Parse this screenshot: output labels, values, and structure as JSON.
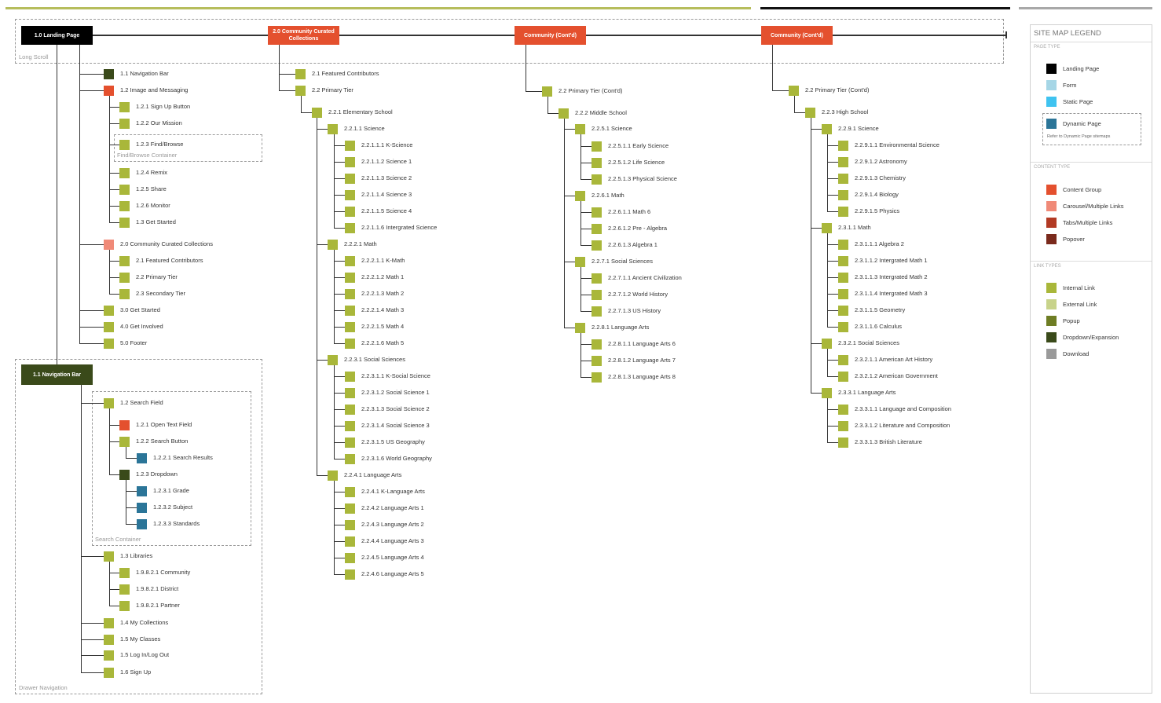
{
  "colors": {
    "internal_link": "#a9b73a",
    "external_link": "#c8d38a",
    "popup": "#6e7d24",
    "dropdown": "#3a4a1a",
    "download": "#9a9a9a",
    "content_group": "#e4502e",
    "carousel": "#f08a78",
    "tabs": "#b23a24",
    "popover": "#7a2a1c",
    "landing": "#000000",
    "form": "#a6d6e6",
    "static": "#3fc3f0",
    "dynamic": "#2b7598"
  },
  "headers": [
    {
      "label": "1.0 Landing Page",
      "color": "#000000"
    },
    {
      "label": "2.0 Community Curated Collections",
      "color": "#e4502e"
    },
    {
      "label": "Community (Cont'd)",
      "color": "#e4502e"
    },
    {
      "label": "Community (Cont'd)",
      "color": "#e4502e"
    }
  ],
  "nav_header": {
    "label": "1.1 Navigation Bar",
    "color": "#3a4a1a"
  },
  "containers": {
    "long_scroll": "Long Scroll",
    "find_browse": "Find/Browse Container",
    "search": "Search Container",
    "drawer": "Drawer Navigation"
  },
  "col1": [
    {
      "label": "1.1 Navigation Bar",
      "color": "#3a4a1a",
      "level": 1
    },
    {
      "label": "1.2 Image and Messaging",
      "color": "#e4502e",
      "level": 1
    },
    {
      "label": "1.2.1 Sign Up Button",
      "color": "#a9b73a",
      "level": 2
    },
    {
      "label": "1.2.2 Our Mission",
      "color": "#a9b73a",
      "level": 2
    },
    {
      "label": "1.2.3 Find/Browse",
      "color": "#a9b73a",
      "level": 2
    },
    {
      "label": "1.2.4 Remix",
      "color": "#a9b73a",
      "level": 2
    },
    {
      "label": "1.2.5 Share",
      "color": "#a9b73a",
      "level": 2
    },
    {
      "label": "1.2.6 Monitor",
      "color": "#a9b73a",
      "level": 2
    },
    {
      "label": "1.3 Get Started",
      "color": "#a9b73a",
      "level": 2
    },
    {
      "label": "2.0 Community Curated Collections",
      "color": "#f08a78",
      "level": 1
    },
    {
      "label": "2.1 Featured Contributors",
      "color": "#a9b73a",
      "level": 2
    },
    {
      "label": "2.2 Primary Tier",
      "color": "#a9b73a",
      "level": 2
    },
    {
      "label": "2.3 Secondary Tier",
      "color": "#a9b73a",
      "level": 2
    },
    {
      "label": "3.0 Get Started",
      "color": "#a9b73a",
      "level": 1
    },
    {
      "label": "4.0 Get Involved",
      "color": "#a9b73a",
      "level": 1
    },
    {
      "label": "5.0 Footer",
      "color": "#a9b73a",
      "level": 1
    }
  ],
  "nav": [
    {
      "label": "1.2 Search Field",
      "color": "#a9b73a",
      "level": 1
    },
    {
      "label": "1.2.1 Open Text Field",
      "color": "#e4502e",
      "level": 2
    },
    {
      "label": "1.2.2 Search Button",
      "color": "#a9b73a",
      "level": 2
    },
    {
      "label": "1.2.2.1 Search Results",
      "color": "#2b7598",
      "level": 3
    },
    {
      "label": "1.2.3 Dropdown",
      "color": "#3a4a1a",
      "level": 2
    },
    {
      "label": "1.2.3.1 Grade",
      "color": "#2b7598",
      "level": 3
    },
    {
      "label": "1.2.3.2 Subject",
      "color": "#2b7598",
      "level": 3
    },
    {
      "label": "1.2.3.3 Standards",
      "color": "#2b7598",
      "level": 3
    },
    {
      "label": "1.3 Libraries",
      "color": "#a9b73a",
      "level": 1
    },
    {
      "label": "1.9.8.2.1 Community",
      "color": "#a9b73a",
      "level": 2
    },
    {
      "label": "1.9.8.2.1 District",
      "color": "#a9b73a",
      "level": 2
    },
    {
      "label": "1.9.8.2.1 Partner",
      "color": "#a9b73a",
      "level": 2
    },
    {
      "label": "1.4 My Collections",
      "color": "#a9b73a",
      "level": 1
    },
    {
      "label": "1.5 My Classes",
      "color": "#a9b73a",
      "level": 1
    },
    {
      "label": "1.5 Log In/Log Out",
      "color": "#a9b73a",
      "level": 1
    },
    {
      "label": "1.6 Sign Up",
      "color": "#a9b73a",
      "level": 1
    }
  ],
  "col2": [
    {
      "label": "2.1 Featured Contributors",
      "level": 1
    },
    {
      "label": "2.2 Primary Tier",
      "level": 1
    },
    {
      "label": "2.2.1 Elementary School",
      "level": 2
    },
    {
      "label": "2.2.1.1 Science",
      "level": 3
    },
    {
      "label": "2.2.1.1.1 K-Science",
      "level": 4
    },
    {
      "label": "2.2.1.1.2 Science 1",
      "level": 4
    },
    {
      "label": "2.2.1.1.3 Science 2",
      "level": 4
    },
    {
      "label": "2.2.1.1.4 Science 3",
      "level": 4
    },
    {
      "label": "2.2.1.1.5 Science 4",
      "level": 4
    },
    {
      "label": "2.2.1.1.6 Intergrated Science",
      "level": 4
    },
    {
      "label": "2.2.2.1 Math",
      "level": 3
    },
    {
      "label": "2.2.2.1.1 K-Math",
      "level": 4
    },
    {
      "label": "2.2.2.1.2 Math 1",
      "level": 4
    },
    {
      "label": "2.2.2.1.3 Math 2",
      "level": 4
    },
    {
      "label": "2.2.2.1.4 Math 3",
      "level": 4
    },
    {
      "label": "2.2.2.1.5 Math 4",
      "level": 4
    },
    {
      "label": "2.2.2.1.6 Math 5",
      "level": 4
    },
    {
      "label": "2.2.3.1 Social Sciences",
      "level": 3
    },
    {
      "label": "2.2.3.1.1 K-Social Science",
      "level": 4
    },
    {
      "label": "2.2.3.1.2 Social Science 1",
      "level": 4
    },
    {
      "label": "2.2.3.1.3 Social Science 2",
      "level": 4
    },
    {
      "label": "2.2.3.1.4 Social Science 3",
      "level": 4
    },
    {
      "label": "2.2.3.1.5 US Geography",
      "level": 4
    },
    {
      "label": "2.2.3.1.6 World Geography",
      "level": 4
    },
    {
      "label": "2.2.4.1 Language Arts",
      "level": 3
    },
    {
      "label": "2.2.4.1 K-Language Arts",
      "level": 4
    },
    {
      "label": "2.2.4.2 Language Arts 1",
      "level": 4
    },
    {
      "label": "2.2.4.3 Language Arts 2",
      "level": 4
    },
    {
      "label": "2.2.4.4 Language Arts 3",
      "level": 4
    },
    {
      "label": "2.2.4.5 Language Arts 4",
      "level": 4
    },
    {
      "label": "2.2.4.6 Language Arts 5",
      "level": 4
    }
  ],
  "col3": [
    {
      "label": "2.2 Primary Tier (Cont'd)",
      "level": 1
    },
    {
      "label": "2.2.2 Middle School",
      "level": 2
    },
    {
      "label": "2.2.5.1 Science",
      "level": 3
    },
    {
      "label": "2.2.5.1.1 Early Science",
      "level": 4
    },
    {
      "label": "2.2.5.1.2 Life Science",
      "level": 4
    },
    {
      "label": "2.2.5.1.3 Physical Science",
      "level": 4
    },
    {
      "label": "2.2.6.1 Math",
      "level": 3
    },
    {
      "label": "2.2.6.1.1 Math 6",
      "level": 4
    },
    {
      "label": "2.2.6.1.2 Pre - Algebra",
      "level": 4
    },
    {
      "label": "2.2.6.1.3 Algebra 1",
      "level": 4
    },
    {
      "label": "2.2.7.1 Social Sciences",
      "level": 3
    },
    {
      "label": "2.2.7.1.1 Ancient Civilization",
      "level": 4
    },
    {
      "label": "2.2.7.1.2 World History",
      "level": 4
    },
    {
      "label": "2.2.7.1.3 US History",
      "level": 4
    },
    {
      "label": "2.2.8.1 Language Arts",
      "level": 3
    },
    {
      "label": "2.2.8.1.1 Language Arts 6",
      "level": 4
    },
    {
      "label": "2.2.8.1.2 Language Arts 7",
      "level": 4
    },
    {
      "label": "2.2.8.1.3 Language Arts 8",
      "level": 4
    }
  ],
  "col4": [
    {
      "label": "2.2 Primary Tier (Cont'd)",
      "level": 1
    },
    {
      "label": "2.2.3 High School",
      "level": 2
    },
    {
      "label": "2.2.9.1 Science",
      "level": 3
    },
    {
      "label": "2.2.9.1.1 Environmental Science",
      "level": 4
    },
    {
      "label": "2.2.9.1.2 Astronomy",
      "level": 4
    },
    {
      "label": "2.2.9.1.3 Chemistry",
      "level": 4
    },
    {
      "label": "2.2.9.1.4 Biology",
      "level": 4
    },
    {
      "label": "2.2.9.1.5 Physics",
      "level": 4
    },
    {
      "label": "2.3.1.1 Math",
      "level": 3
    },
    {
      "label": "2.3.1.1.1 Algebra 2",
      "level": 4
    },
    {
      "label": "2.3.1.1.2 Intergrated Math 1",
      "level": 4
    },
    {
      "label": "2.3.1.1.3 Intergrated Math 2",
      "level": 4
    },
    {
      "label": "2.3.1.1.4 Intergrated Math 3",
      "level": 4
    },
    {
      "label": "2.3.1.1.5 Geometry",
      "level": 4
    },
    {
      "label": "2.3.1.1.6 Calculus",
      "level": 4
    },
    {
      "label": "2.3.2.1 Social Sciences",
      "level": 3
    },
    {
      "label": "2.3.2.1.1 American Art History",
      "level": 4
    },
    {
      "label": "2.3.2.1.2 American Government",
      "level": 4
    },
    {
      "label": "2.3.3.1 Language Arts",
      "level": 3
    },
    {
      "label": "2.3.3.1.1 Language and Composition",
      "level": 4
    },
    {
      "label": "2.3.3.1.2 Literature and Composition",
      "level": 4
    },
    {
      "label": "2.3.3.1.3 British Literature",
      "level": 4
    }
  ],
  "legend": {
    "title": "SITE MAP LEGEND",
    "page_type_heading": "PAGE TYPE",
    "page_types": [
      {
        "label": "Landing Page",
        "color": "#000000"
      },
      {
        "label": "Form",
        "color": "#a6d6e6"
      },
      {
        "label": "Static Page",
        "color": "#3fc3f0"
      },
      {
        "label": "Dynamic Page",
        "color": "#2b7598"
      }
    ],
    "dynamic_note": "Refer to Dynamic Page sitemaps",
    "content_type_heading": "CONTENT TYPE",
    "content_types": [
      {
        "label": "Content Group",
        "color": "#e4502e"
      },
      {
        "label": "Carousel/Multiple Links",
        "color": "#f08a78"
      },
      {
        "label": "Tabs/Multiple Links",
        "color": "#b23a24"
      },
      {
        "label": "Popover",
        "color": "#7a2a1c"
      }
    ],
    "link_type_heading": "LINK TYPES",
    "link_types": [
      {
        "label": "Internal Link",
        "color": "#a9b73a"
      },
      {
        "label": "External Link",
        "color": "#c8d38a"
      },
      {
        "label": "Popup",
        "color": "#6e7d24"
      },
      {
        "label": "Dropdown/Expansion",
        "color": "#3a4a1a"
      },
      {
        "label": "Download",
        "color": "#9a9a9a"
      }
    ]
  }
}
